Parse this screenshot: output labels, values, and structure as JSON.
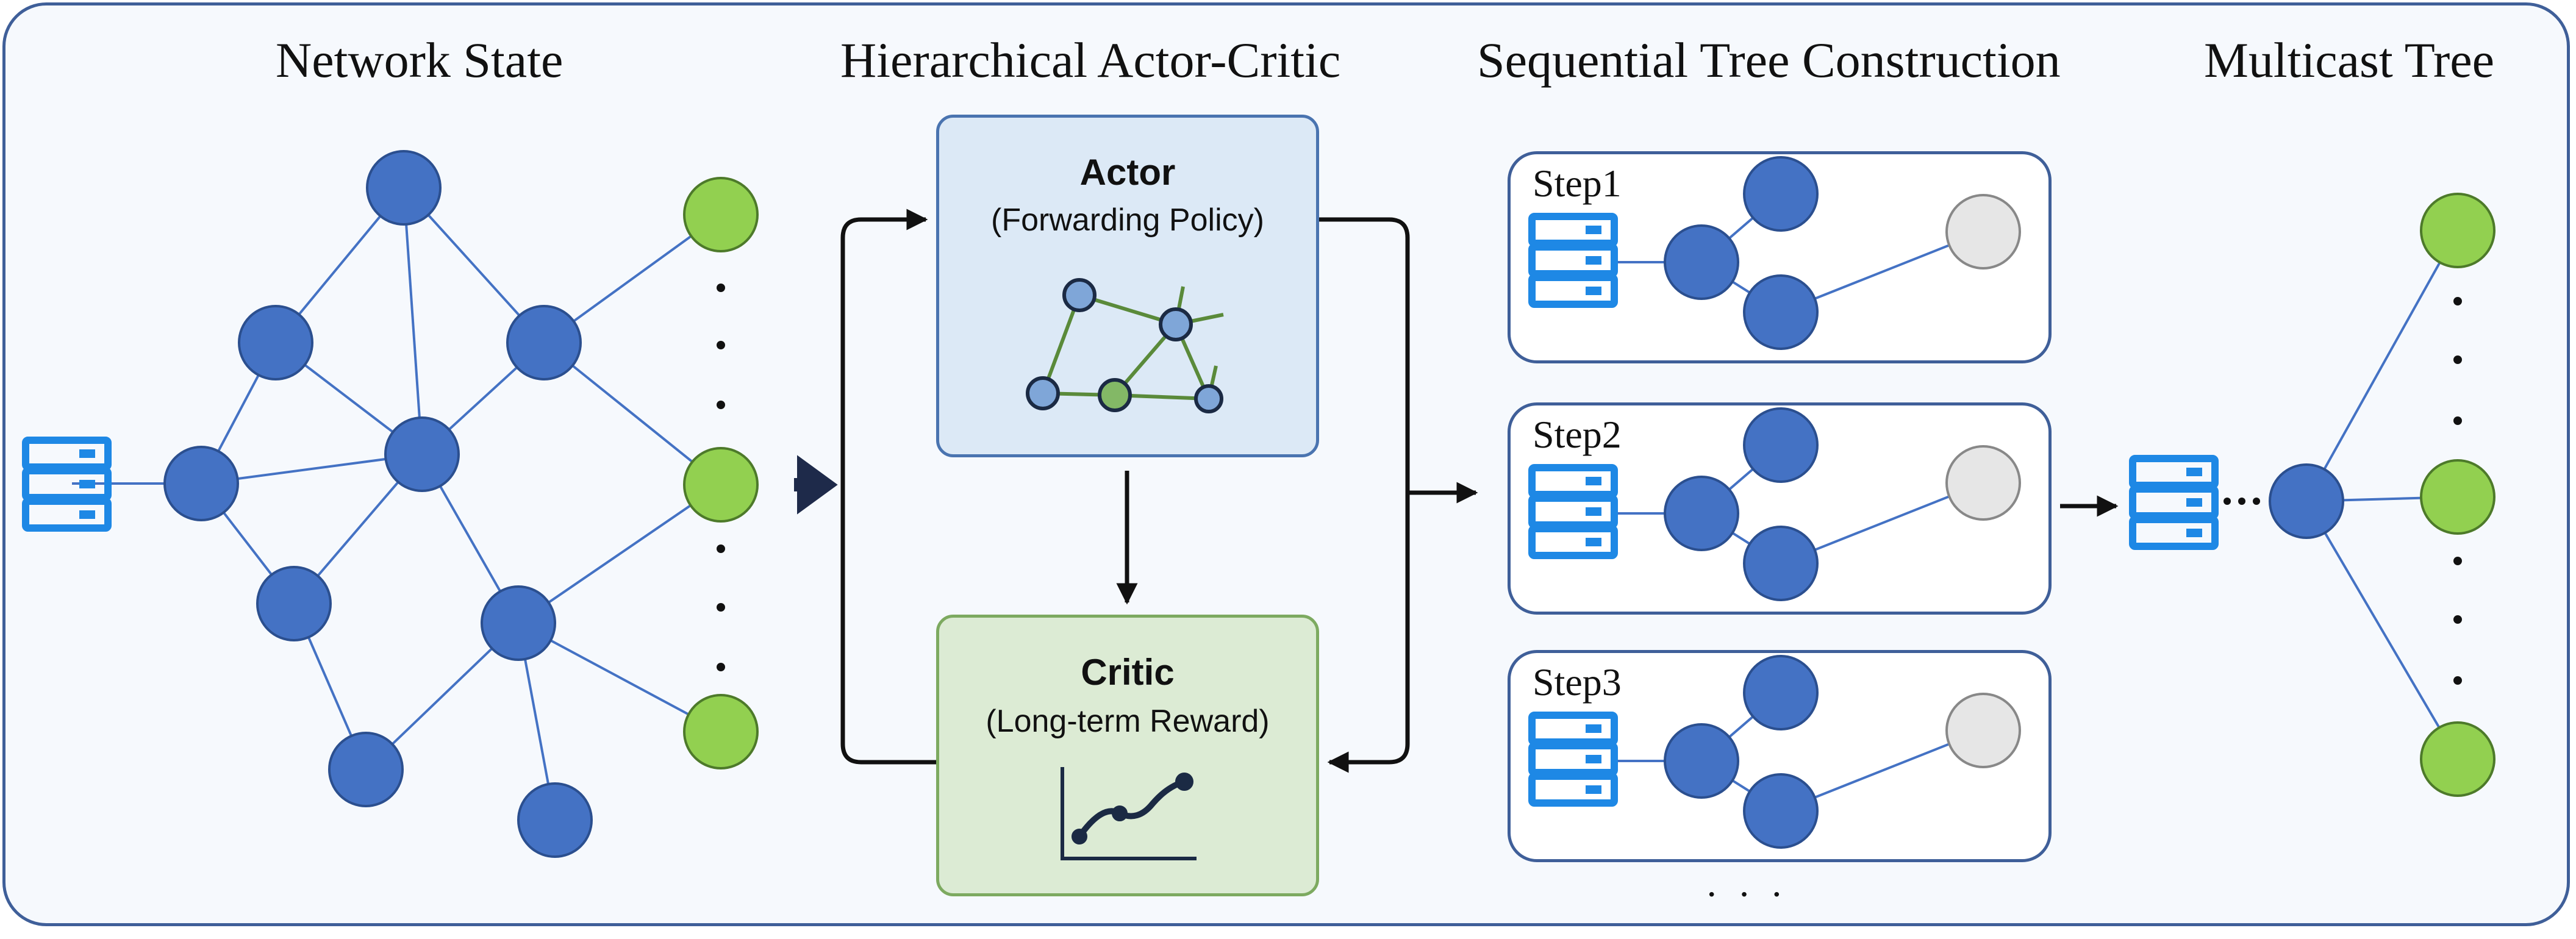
{
  "titles": {
    "network_state": "Network State",
    "actor_critic": "Hierarchical Actor-Critic",
    "tree_construction": "Sequential Tree Construction",
    "multicast_tree": "Multicast Tree"
  },
  "actor": {
    "title": "Actor",
    "subtitle": "(Forwarding Policy)"
  },
  "critic": {
    "title": "Critic",
    "subtitle": "(Long-term Reward)"
  },
  "steps": [
    {
      "label": "Step1"
    },
    {
      "label": "Step2"
    },
    {
      "label": "Step3"
    }
  ],
  "ellipsis": "· · ·",
  "colors": {
    "node_blue": "#4472c4",
    "node_green": "#92d050",
    "node_gray": "#e6e6e6",
    "server_blue": "#1e88e5",
    "actor_bg": "#dce9f6",
    "critic_bg": "#dcebd4",
    "frame_border": "#3f5f99"
  }
}
